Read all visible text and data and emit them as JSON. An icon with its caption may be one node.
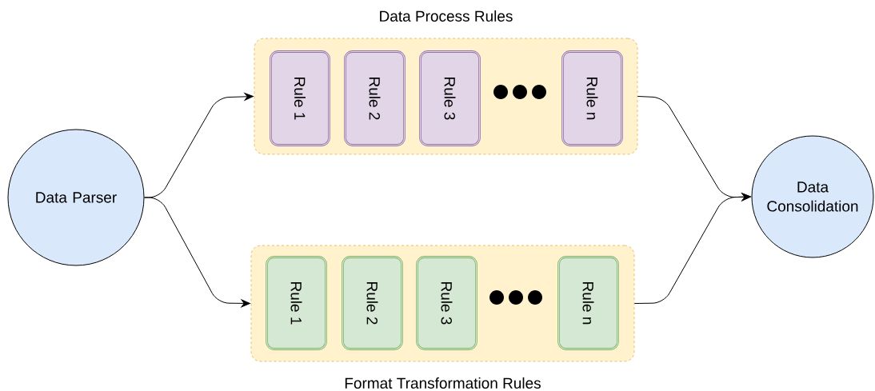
{
  "diagram": {
    "nodes": [
      {
        "text": [
          "Data Parser"
        ]
      },
      {
        "text": [
          "Data Process Rules"
        ]
      },
      {
        "text": [
          "Rule 1"
        ],
        "in": 1
      },
      {
        "text": [
          "Rule 2"
        ],
        "in": 1
      },
      {
        "text": [
          "Rule 3"
        ],
        "in": 1
      },
      {
        "text": [
          "Rule n"
        ],
        "in": 1
      },
      {
        "text": [
          "Format Transformation Rules"
        ]
      },
      {
        "text": [
          "Rule 1"
        ],
        "in": 6
      },
      {
        "text": [
          "Rule 2"
        ],
        "in": 6
      },
      {
        "text": [
          "Rule 3"
        ],
        "in": 6
      },
      {
        "text": [
          "Rule n"
        ],
        "in": 6
      },
      {
        "text": [
          "Data Consolidation"
        ]
      }
    ],
    "edges": [
      {
        "from": 0,
        "to": 1,
        "arrow": "to"
      },
      {
        "from": 0,
        "to": 6,
        "arrow": "to"
      },
      {
        "from": 1,
        "to": 11,
        "arrow": "to"
      },
      {
        "from": 6,
        "to": 11,
        "arrow": "to"
      }
    ]
  }
}
